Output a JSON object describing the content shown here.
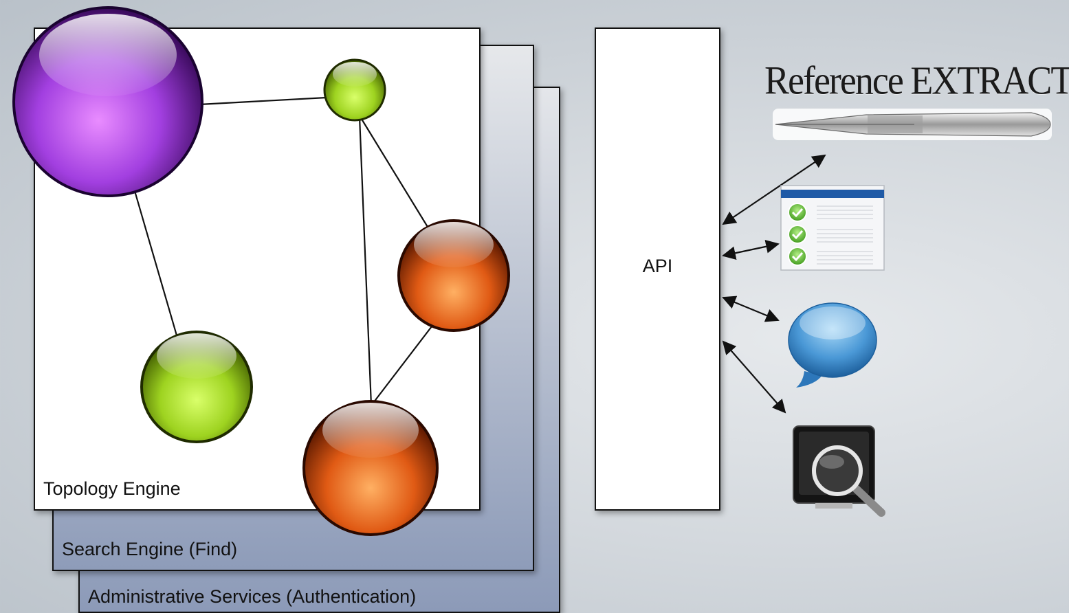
{
  "layers": {
    "admin_label": "Administrative Services (Authentication)",
    "search_label": "Search Engine (Find)",
    "topology_label": "Topology Engine"
  },
  "api": {
    "label": "API"
  },
  "brand": {
    "text": "Reference EXTRACT"
  },
  "nodes": [
    {
      "name": "node-purple-large",
      "color": "purple"
    },
    {
      "name": "node-green-small",
      "color": "green"
    },
    {
      "name": "node-orange-right",
      "color": "orange"
    },
    {
      "name": "node-green-bottom",
      "color": "green"
    },
    {
      "name": "node-orange-bottom",
      "color": "orange"
    }
  ],
  "colors": {
    "purple": [
      "#e98cff",
      "#a23fe0",
      "#3a0a5c"
    ],
    "green": [
      "#d9ff6a",
      "#9ed320",
      "#3f5a00"
    ],
    "orange": [
      "#ffb063",
      "#e05a14",
      "#5a1800"
    ],
    "panel_border": "#111111"
  },
  "clients": [
    {
      "name": "tweezers-icon"
    },
    {
      "name": "checklist-icon"
    },
    {
      "name": "chat-bubble-icon"
    },
    {
      "name": "monitor-search-icon"
    }
  ]
}
